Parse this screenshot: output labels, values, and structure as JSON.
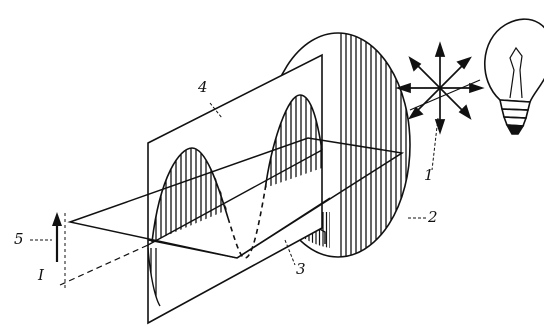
{
  "labels": {
    "l1": "1",
    "l2": "2",
    "l3": "3",
    "l4": "4",
    "l5": "5",
    "lI": "I"
  },
  "colors": {
    "ink": "#111111",
    "paper": "#ffffff"
  }
}
